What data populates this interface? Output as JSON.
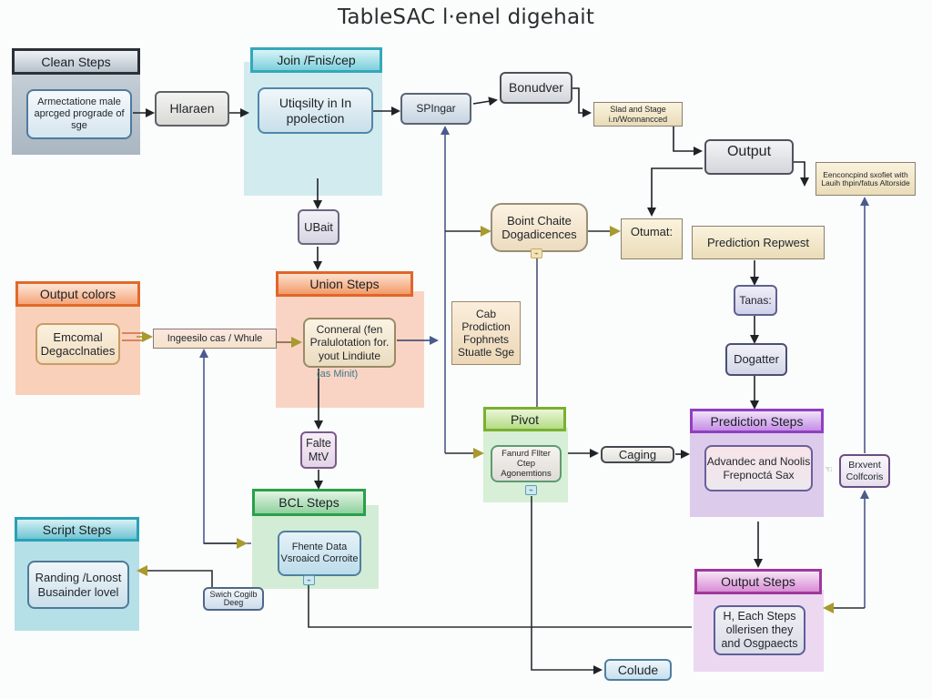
{
  "title": "TableSAC l·enel digehait",
  "colors": {
    "background": "#fbfcfc",
    "edge_dark": "#2b2f33",
    "edge_blue": "#4a5a8c",
    "arrow_olive": "#a89a2c",
    "group_gray": "#b3bec8",
    "group_teal": "#cfe9ec",
    "group_orange": "#f7cdb4",
    "group_green": "#d3ecd7",
    "group_purple": "#d9c7ea",
    "group_pink": "#ecd6ee",
    "group_script": "#b3e0e6"
  },
  "groups": {
    "clean": {
      "header": "Clean Steps",
      "node": "Armectatione male aprcged prograde of sge"
    },
    "join": {
      "header": "Join /Fnis/cep",
      "node": "Utiqsilty in In ppolection"
    },
    "output_colors": {
      "header": "Output colors",
      "node": "Emcomal Degacclnaties"
    },
    "union": {
      "header": "Union Steps",
      "node": "Conneral (fen Pralulotation for. yout Lindiute",
      "note": "(as Minit)"
    },
    "pivot": {
      "header": "Pivot",
      "node": "Fanurd Fllter Ctep Agonemtions"
    },
    "bcl": {
      "header": "BCL Steps",
      "node": "Fhente Data Vsroaicd Corroite"
    },
    "script": {
      "header": "Script Steps",
      "node": "Randing /Lonost Busainder lovel"
    },
    "prediction": {
      "header": "Prediction Steps",
      "node": "Advandec and Noolis Frepnoctá Sax"
    },
    "output_steps": {
      "header": "Output Steps",
      "node": "H, Each Steps ollerisen they and Osgpaects"
    }
  },
  "nodes": {
    "hlaraen": "Hlaraen",
    "spingar": "SPIngar",
    "bonudver": "Bonudver",
    "slad_and_stage": "Slad and Stage i.n/Wonnancced",
    "output": "Output",
    "encoding_note": "Eenconcpind sxofiet with Lauih thpin/fatus Altorside",
    "ubait": "UBait",
    "boint_chaite": "Boint Chaite Dogadicences",
    "otumat": "Otumat:",
    "prediction_request": "Prediction Repwest",
    "tanas": "Tanas:",
    "dogatter": "Dogatter",
    "ingression": "Ingeesilo cas / Whule",
    "cab_prediction": "Cab Prodiction Fophnets Stuatle Sge",
    "false_mv": "Falte MtV",
    "caging": "Caging",
    "brxvent": "Brxvent Colfcoris",
    "switch_group": "Swich Cogilb Deeg",
    "colude": "Colude"
  }
}
